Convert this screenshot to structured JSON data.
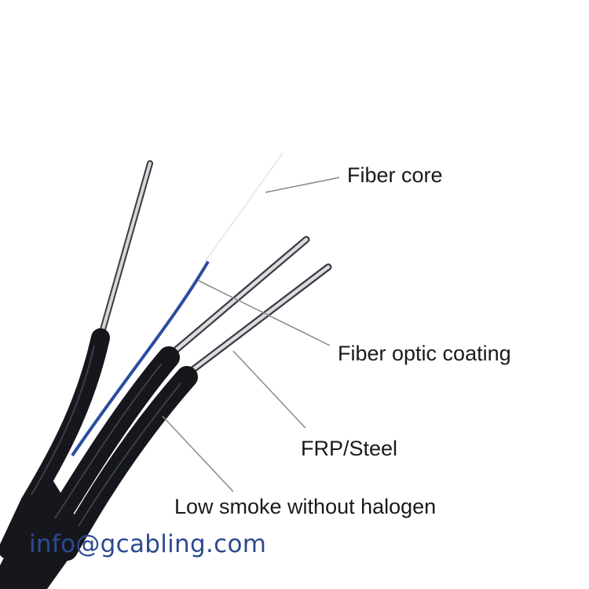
{
  "labels": {
    "fiber_core": "Fiber core",
    "fiber_optic_coating": "Fiber optic coating",
    "frp_steel": "FRP/Steel",
    "lszh_jacket": "Low smoke without halogen"
  },
  "watermark": "info@gcabling.com",
  "colors": {
    "jacket": "#15171c",
    "steel": "#c9ccd2",
    "coating": "#2a4d9e",
    "leader": "#8a8a8a",
    "label_text": "#1a1a1a",
    "watermark": "#2d4a8f"
  }
}
